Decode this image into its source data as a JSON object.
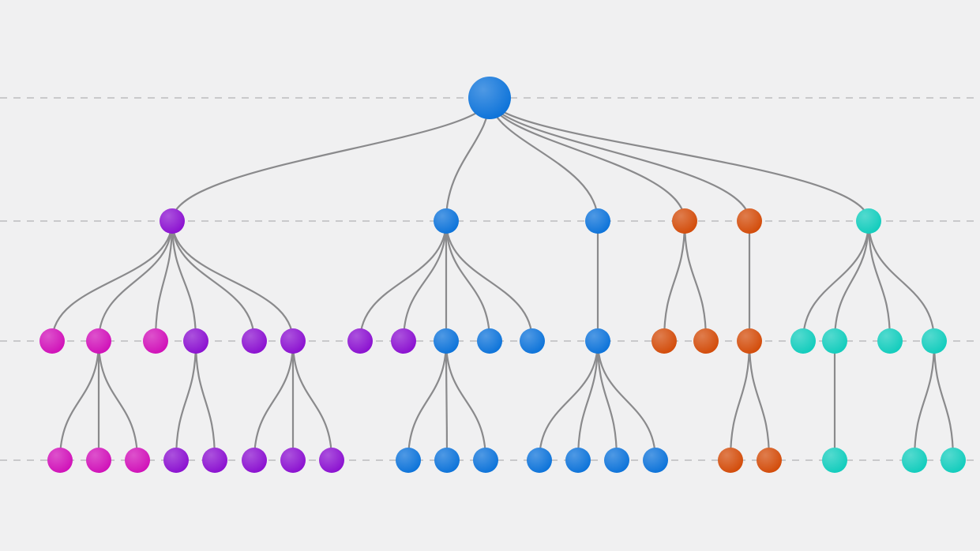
{
  "colors": {
    "background": "#f0f0f1",
    "guide": "#c9c9cb",
    "edge": "#8a8a8c",
    "palette": {
      "blue": "#0b72d9",
      "purple": "#8a0fd0",
      "magenta": "#d00fb8",
      "orange": "#d24a08",
      "teal": "#10ccbc"
    }
  },
  "tree": {
    "root": {
      "color": "blue",
      "children": [
        {
          "color": "purple",
          "children": [
            {
              "color": "magenta",
              "children": []
            },
            {
              "color": "magenta",
              "children": [
                {
                  "color": "magenta",
                  "children": []
                },
                {
                  "color": "magenta",
                  "children": []
                },
                {
                  "color": "magenta",
                  "children": []
                }
              ]
            },
            {
              "color": "magenta",
              "children": []
            },
            {
              "color": "purple",
              "children": [
                {
                  "color": "purple",
                  "children": []
                },
                {
                  "color": "purple",
                  "children": []
                }
              ]
            },
            {
              "color": "purple",
              "children": []
            },
            {
              "color": "purple",
              "children": [
                {
                  "color": "purple",
                  "children": []
                },
                {
                  "color": "purple",
                  "children": []
                },
                {
                  "color": "purple",
                  "children": []
                }
              ]
            }
          ]
        },
        {
          "color": "blue",
          "children": [
            {
              "color": "purple",
              "children": []
            },
            {
              "color": "purple",
              "children": []
            },
            {
              "color": "blue",
              "children": [
                {
                  "color": "blue",
                  "children": []
                },
                {
                  "color": "blue",
                  "children": []
                },
                {
                  "color": "blue",
                  "children": []
                }
              ]
            },
            {
              "color": "blue",
              "children": []
            },
            {
              "color": "blue",
              "children": []
            }
          ]
        },
        {
          "color": "blue",
          "children": [
            {
              "color": "blue",
              "children": [
                {
                  "color": "blue",
                  "children": []
                },
                {
                  "color": "blue",
                  "children": []
                },
                {
                  "color": "blue",
                  "children": []
                },
                {
                  "color": "blue",
                  "children": []
                }
              ]
            }
          ]
        },
        {
          "color": "orange",
          "children": [
            {
              "color": "orange",
              "children": []
            },
            {
              "color": "orange",
              "children": []
            }
          ]
        },
        {
          "color": "orange",
          "children": [
            {
              "color": "orange",
              "children": [
                {
                  "color": "orange",
                  "children": []
                },
                {
                  "color": "orange",
                  "children": []
                }
              ]
            }
          ]
        },
        {
          "color": "teal",
          "children": [
            {
              "color": "teal",
              "children": []
            },
            {
              "color": "teal",
              "children": [
                {
                  "color": "teal",
                  "children": []
                }
              ]
            },
            {
              "color": "teal",
              "children": []
            },
            {
              "color": "teal",
              "children": [
                {
                  "color": "teal",
                  "children": []
                },
                {
                  "color": "teal",
                  "children": []
                }
              ]
            }
          ]
        }
      ]
    }
  }
}
